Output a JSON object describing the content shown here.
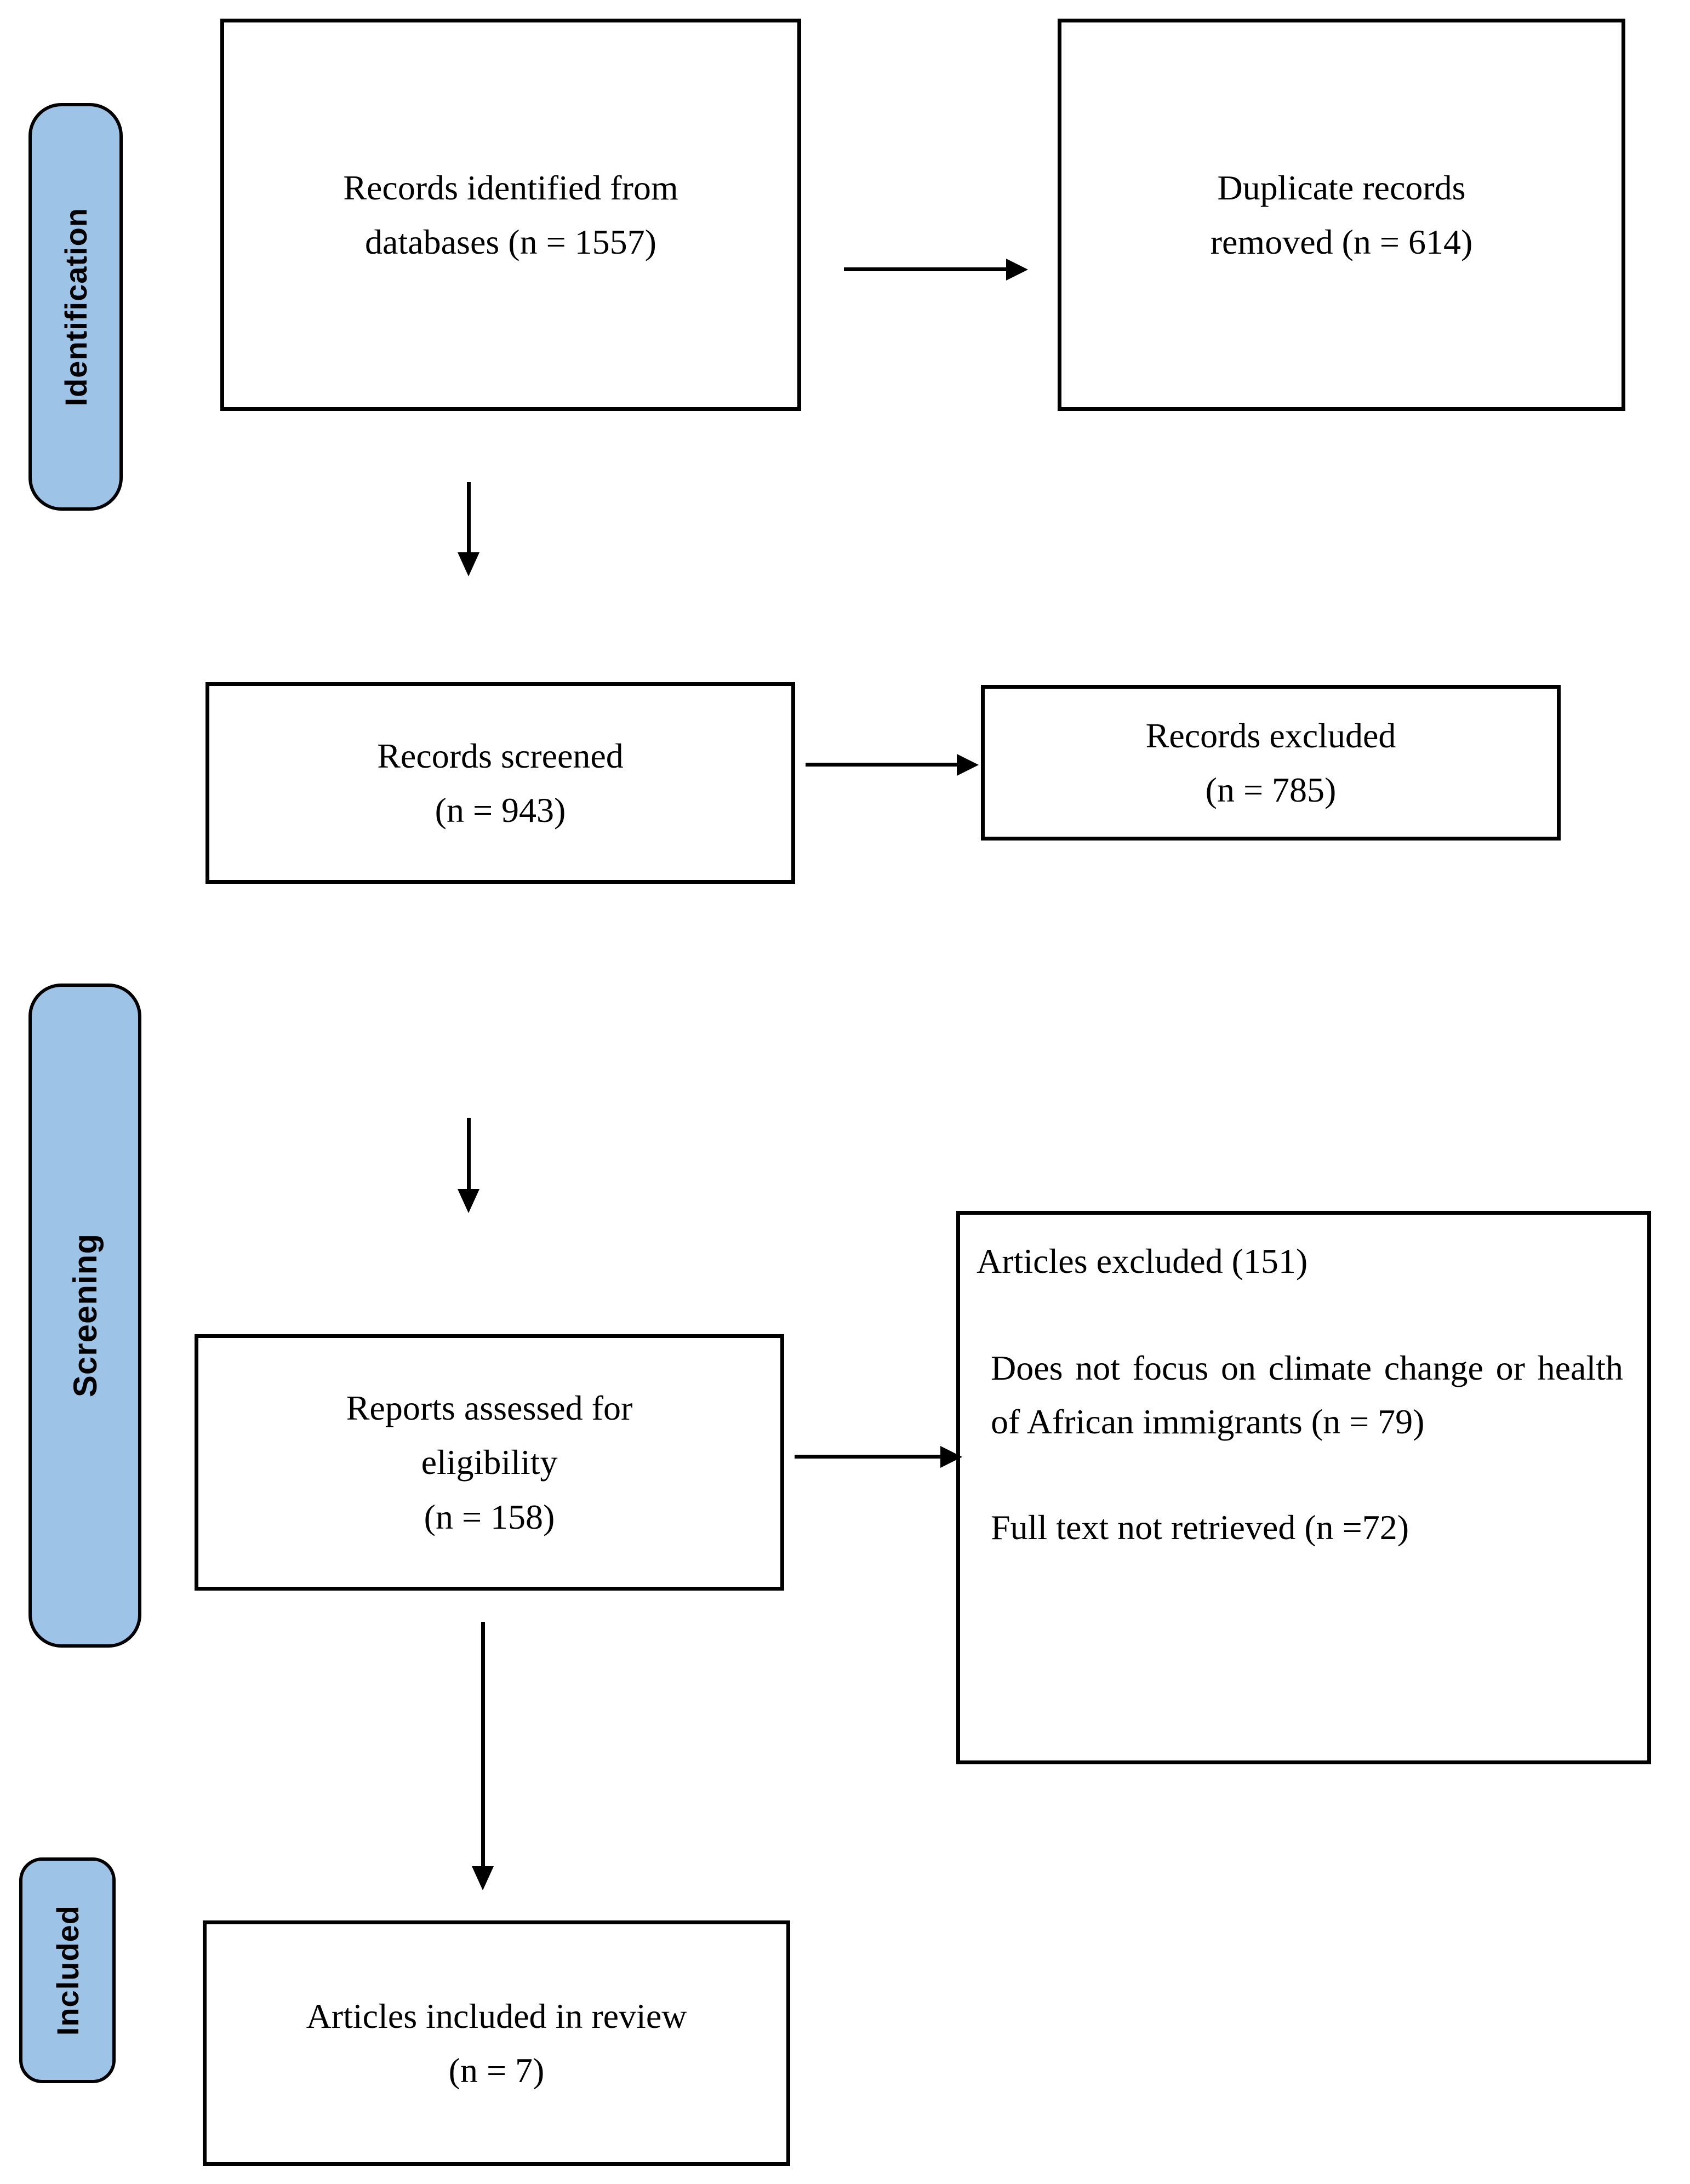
{
  "diagram": {
    "type": "prisma-flow-diagram",
    "colors": {
      "stage_tab_fill": "#9DC3E6",
      "stroke": "#000000",
      "box_fill": "#FFFFFF"
    },
    "stages": [
      {
        "id": "identification",
        "label": "Identification"
      },
      {
        "id": "screening",
        "label": "Screening"
      },
      {
        "id": "included",
        "label": "Included"
      }
    ],
    "boxes": {
      "identified": {
        "lines": [
          "Records identified from",
          "databases (n = 1557)"
        ],
        "count": 1557
      },
      "duplicates": {
        "lines": [
          "Duplicate records",
          "removed (n = 614)"
        ],
        "count": 614
      },
      "screened": {
        "lines": [
          "Records screened",
          "(n = 943)"
        ],
        "count": 943
      },
      "records_excluded": {
        "lines": [
          "Records excluded",
          "(n = 785)"
        ],
        "count": 785
      },
      "eligibility": {
        "lines": [
          "Reports assessed for",
          "eligibility",
          "(n = 158)"
        ],
        "count": 158
      },
      "articles_excluded": {
        "heading": "Articles excluded (151)",
        "total": 151,
        "reason_1": "Does not focus on climate change or health of African immigrants (n = 79)",
        "reason_1_count": 79,
        "reason_2": "Full text not retrieved (n =72)",
        "reason_2_count": 72
      },
      "included": {
        "lines": [
          "Articles included in review",
          "(n = 7)"
        ],
        "count": 7
      }
    },
    "connectors": [
      {
        "id": "identified-to-duplicates",
        "direction": "right"
      },
      {
        "id": "identified-to-screened",
        "direction": "down"
      },
      {
        "id": "screened-to-records-excluded",
        "direction": "right"
      },
      {
        "id": "screened-to-eligibility",
        "direction": "down"
      },
      {
        "id": "eligibility-to-articles-excluded",
        "direction": "right"
      },
      {
        "id": "eligibility-to-included",
        "direction": "down"
      }
    ]
  }
}
